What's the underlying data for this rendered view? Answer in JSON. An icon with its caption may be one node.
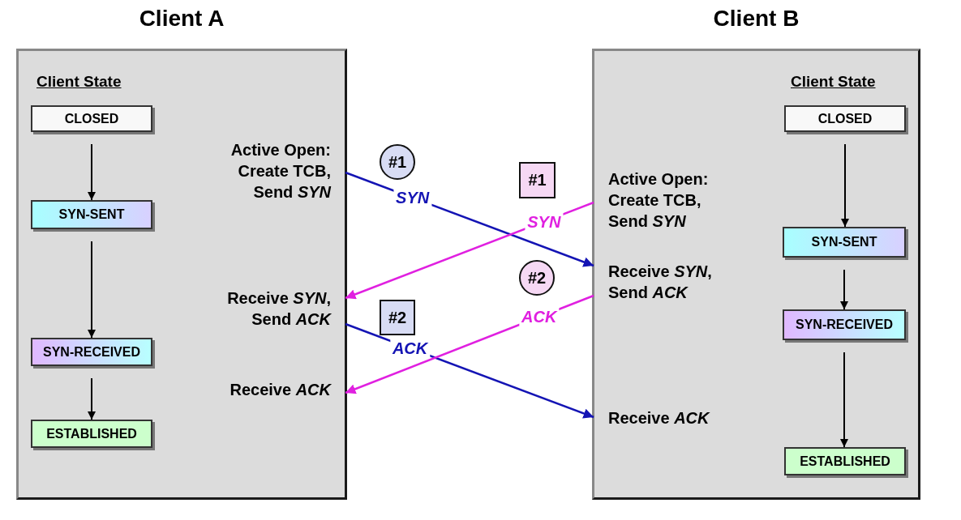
{
  "diagram": {
    "nodes": [
      {
        "text": [
          "Client A",
          "Client State"
        ]
      },
      {
        "text": [
          "CLOSED"
        ],
        "in": 0
      },
      {
        "text": [
          "SYN-SENT"
        ],
        "in": 0
      },
      {
        "text": [
          "SYN-RECEIVED"
        ],
        "in": 0
      },
      {
        "text": [
          "ESTABLISHED"
        ],
        "in": 0
      },
      {
        "text": [
          "Active Open: Create TCB, Send *SYN*"
        ],
        "in": 0
      },
      {
        "text": [
          "Receive *SYN*, Send *ACK*"
        ],
        "in": 0
      },
      {
        "text": [
          "Receive *ACK*"
        ],
        "in": 0
      },
      {
        "text": [
          "Client B",
          "Client State"
        ]
      },
      {
        "text": [
          "CLOSED"
        ],
        "in": 8
      },
      {
        "text": [
          "SYN-SENT"
        ],
        "in": 8
      },
      {
        "text": [
          "SYN-RECEIVED"
        ],
        "in": 8
      },
      {
        "text": [
          "ESTABLISHED"
        ],
        "in": 8
      },
      {
        "text": [
          "Active Open: Create TCB, Send *SYN*"
        ],
        "in": 8
      },
      {
        "text": [
          "Receive *SYN*, Send *ACK*"
        ],
        "in": 8
      },
      {
        "text": [
          "Receive *ACK*"
        ],
        "in": 8
      },
      {
        "text": [
          "#1"
        ]
      },
      {
        "text": [
          "#1"
        ]
      },
      {
        "text": [
          "#2"
        ]
      },
      {
        "text": [
          "#2"
        ]
      }
    ],
    "edges": [
      {
        "from": 1,
        "to": 2,
        "arrow": "to"
      },
      {
        "from": 2,
        "to": 3,
        "arrow": "to"
      },
      {
        "from": 3,
        "to": 4,
        "arrow": "to"
      },
      {
        "from": 9,
        "to": 10,
        "arrow": "to"
      },
      {
        "from": 10,
        "to": 11,
        "arrow": "to"
      },
      {
        "from": 11,
        "to": 12,
        "arrow": "to"
      },
      {
        "from": 5,
        "to": 14,
        "arrow": "to",
        "label": "SYN",
        "color": "#1414b4"
      },
      {
        "from": 13,
        "to": 6,
        "arrow": "to",
        "label": "SYN",
        "color": "#e020e0"
      },
      {
        "from": 6,
        "to": 15,
        "arrow": "to",
        "label": "ACK",
        "color": "#1414b4"
      },
      {
        "from": 14,
        "to": 7,
        "arrow": "to",
        "label": "ACK",
        "color": "#e020e0"
      }
    ]
  }
}
